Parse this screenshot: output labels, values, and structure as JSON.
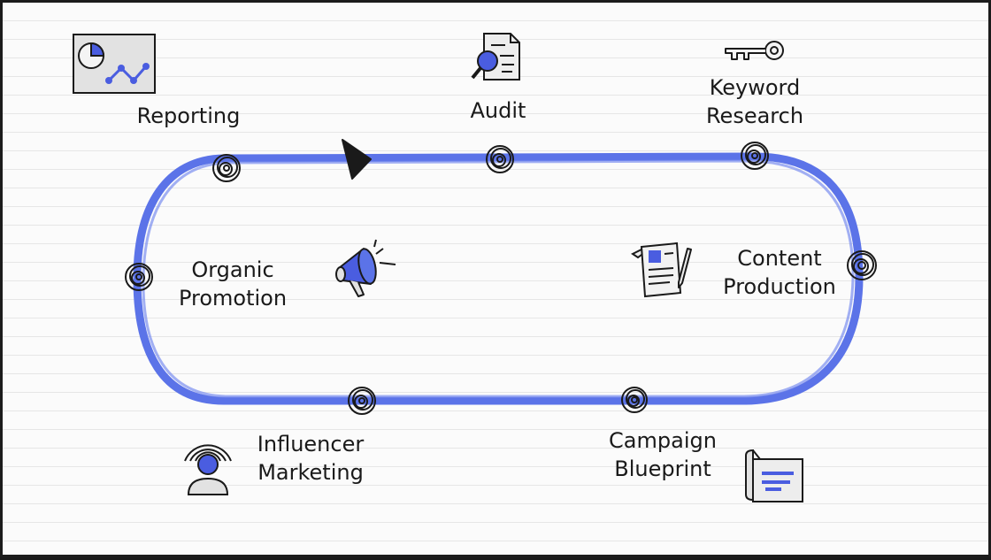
{
  "diagram": {
    "accent_color": "#5b73e8",
    "ink_color": "#1a1a1a",
    "stages": [
      {
        "id": "reporting",
        "lines": [
          "Reporting"
        ],
        "icon": "chart-board-icon"
      },
      {
        "id": "audit",
        "lines": [
          "Audit"
        ],
        "icon": "document-magnifier-icon"
      },
      {
        "id": "keyword-research",
        "lines": [
          "Keyword",
          "Research"
        ],
        "icon": "key-icon"
      },
      {
        "id": "content-production",
        "lines": [
          "Content",
          "Production"
        ],
        "icon": "document-pencil-icon"
      },
      {
        "id": "campaign-blueprint",
        "lines": [
          "Campaign",
          "Blueprint"
        ],
        "icon": "blueprint-scroll-icon"
      },
      {
        "id": "influencer-marketing",
        "lines": [
          "Influencer",
          "Marketing"
        ],
        "icon": "broadcast-person-icon"
      },
      {
        "id": "organic-promotion",
        "lines": [
          "Organic",
          "Promotion"
        ],
        "icon": "megaphone-icon"
      }
    ]
  }
}
